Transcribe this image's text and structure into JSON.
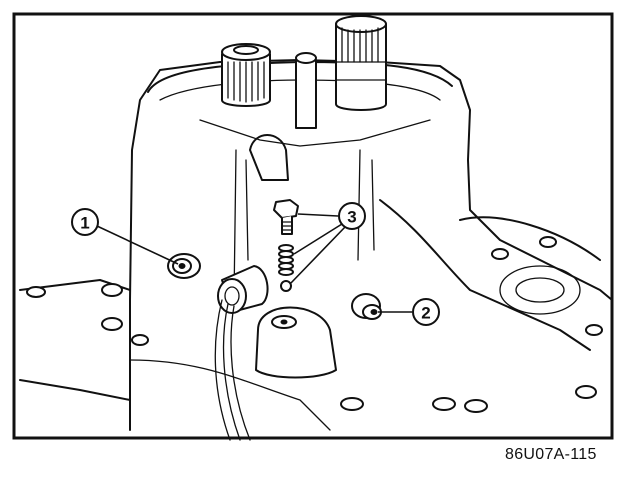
{
  "figure": {
    "callouts": [
      {
        "number": "1"
      },
      {
        "number": "2"
      },
      {
        "number": "3"
      }
    ],
    "code": "86U07A-115"
  }
}
